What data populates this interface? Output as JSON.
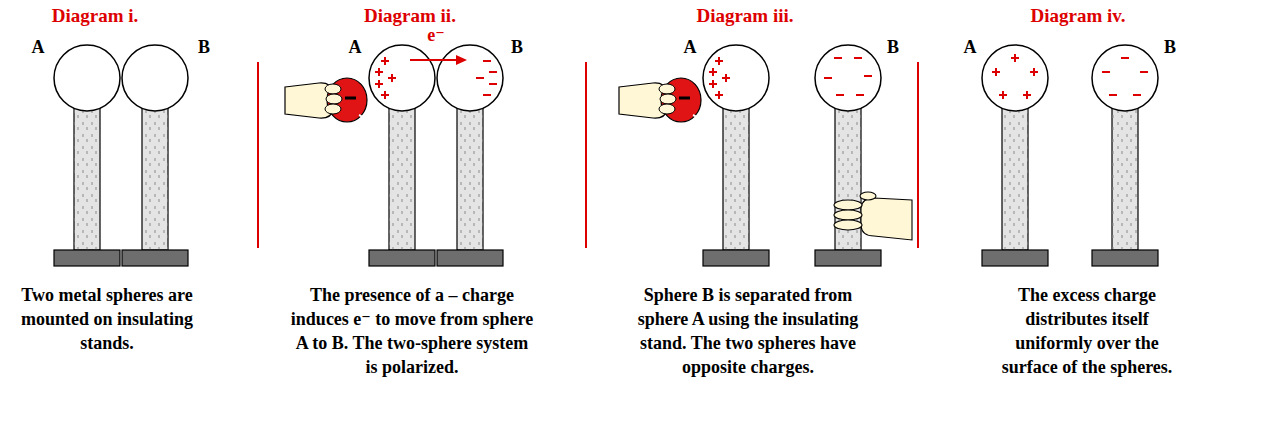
{
  "diagram": {
    "labels": [
      "Diagram i.",
      "A",
      "B",
      "Two metal spheres are mounted on insulating stands.",
      "Diagram ii.",
      "A",
      "e⁻",
      "B",
      "The presence of a – charge induces e⁻ to move from sphere A to B. The two-sphere system is polarized.",
      "Diagram iii.",
      "A",
      "B",
      "Sphere B is separated from sphere A using the insulating stand. The two spheres have opposite charges.",
      "Diagram iv.",
      "A",
      "B",
      "The excess charge distributes itself uniformly over the surface of the spheres."
    ]
  }
}
